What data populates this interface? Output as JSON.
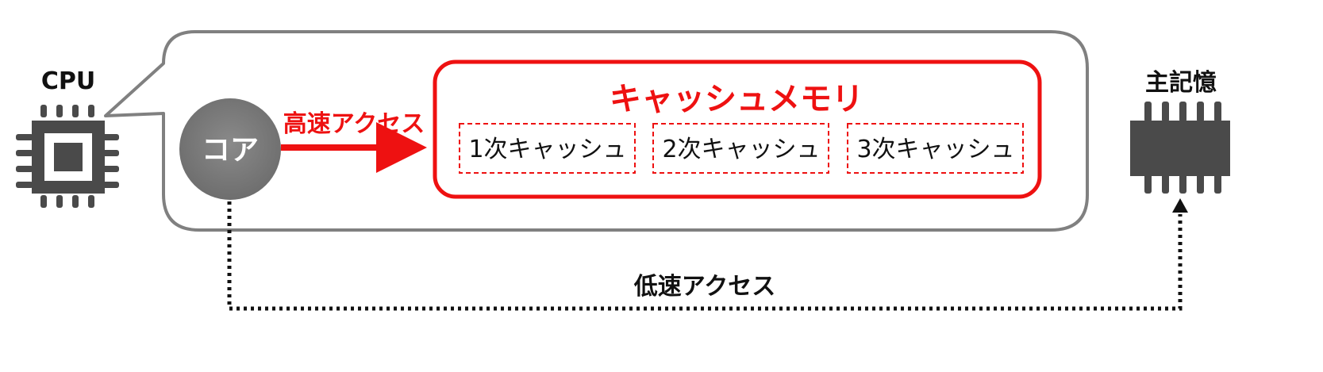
{
  "cpu": {
    "label": "CPU",
    "icon": "cpu-chip-icon"
  },
  "core": {
    "label": "コア"
  },
  "fast_access": {
    "label": "高速アクセス",
    "color": "#ee1111"
  },
  "cache_memory": {
    "title": "キャッシュメモリ",
    "color": "#ee1111",
    "levels": [
      "1次キャッシュ",
      "2次キャッシュ",
      "3次キャッシュ"
    ]
  },
  "main_memory": {
    "label": "主記憶",
    "icon": "memory-chip-icon"
  },
  "slow_access": {
    "label": "低速アクセス"
  },
  "colors": {
    "chip": "#4a4a4a",
    "bubble_border": "#808080",
    "core_fill": "#7a7a7a",
    "accent_red": "#ee1111",
    "text": "#111111"
  }
}
